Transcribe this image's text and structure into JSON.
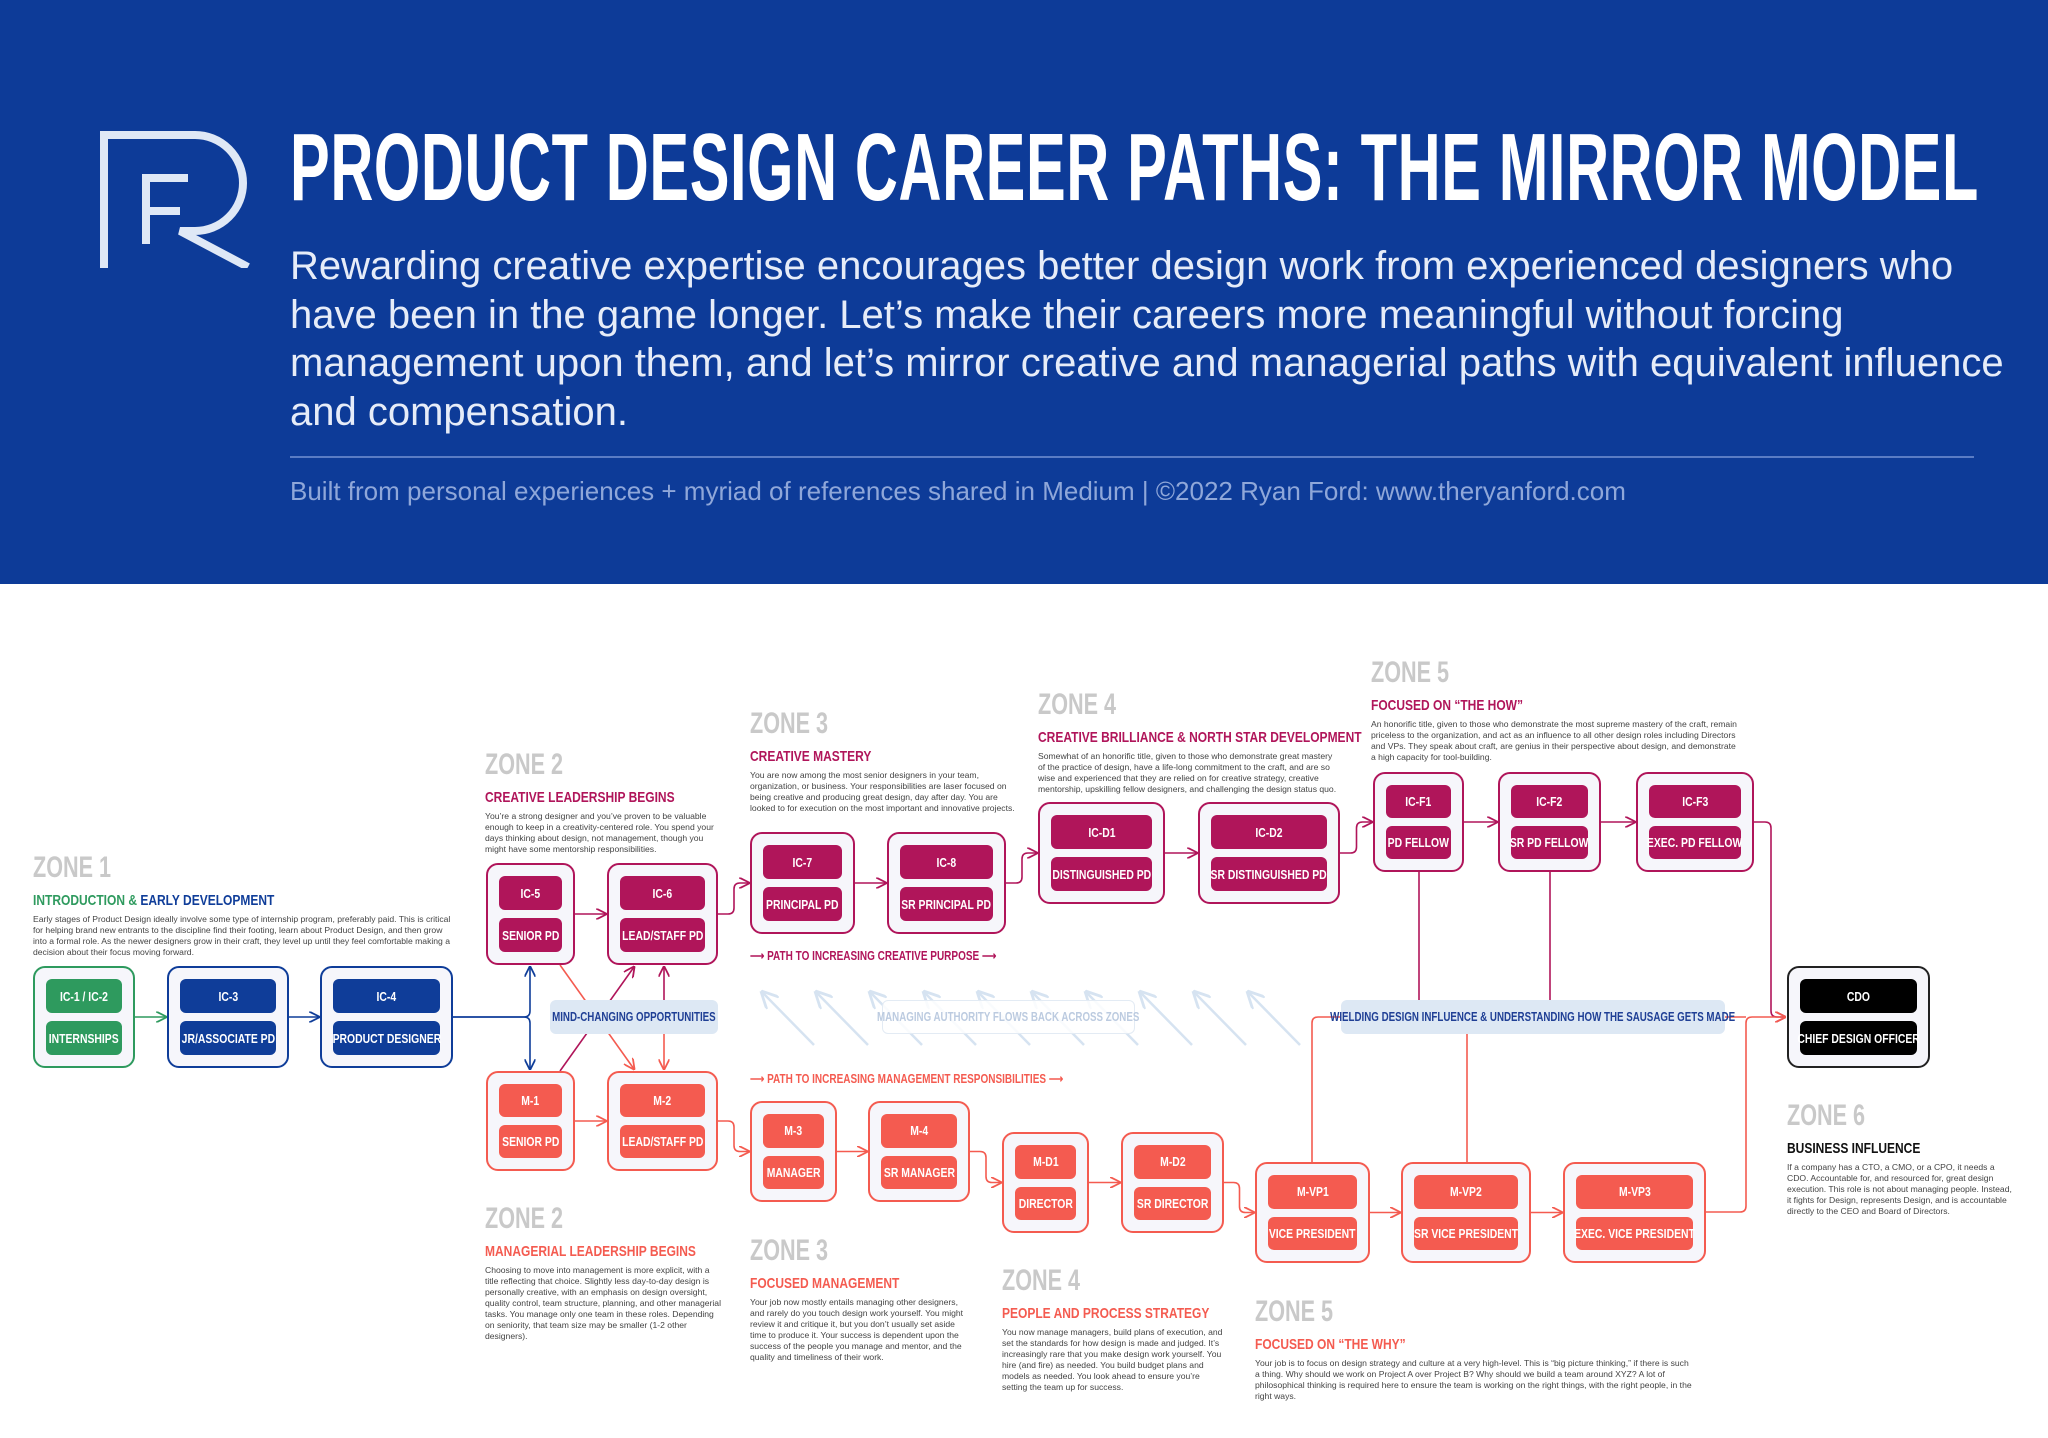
{
  "header": {
    "logo_text": "FR",
    "title": "PRODUCT DESIGN CAREER PATHS: THE MIRROR MODEL",
    "subtitle": "Rewarding creative expertise encourages better design work from experienced designers who have been in the game longer. Let’s make their careers more meaningful without forcing management upon them, and let’s mirror creative and managerial paths with equivalent influence and compensation.",
    "credit": "Built from personal experiences + myriad of references shared in Medium | ©2022 Ryan Ford: www.theryanford.com"
  },
  "colors": {
    "header_bg": "#0d3b98",
    "intro": "#2e9a5e",
    "early": "#0f3d99",
    "creative": "#b0155a",
    "management": "#f45b50",
    "executive": "#000000",
    "label_bg": "#dde8f4"
  },
  "zones": [
    {
      "zone": "ZONE 1",
      "heading_a": "INTRODUCTION &",
      "heading_b": "EARLY DEVELOPMENT",
      "body": "Early stages of Product Design ideally involve some type of internship program, preferably paid. This is critical for helping brand new entrants to the discipline find their footing, learn about Product Design, and then grow into a formal role. As the newer designers grow in their craft, they level up until they feel comfortable making a decision about their focus moving forward."
    },
    {
      "zone": "ZONE 2",
      "heading": "CREATIVE LEADERSHIP BEGINS",
      "body": "You’re a strong designer and you’ve proven to be valuable enough to keep in a creativity-centered role. You spend your days thinking about design, not management, though you might have some mentorship responsibilities."
    },
    {
      "zone": "ZONE 3",
      "heading": "CREATIVE MASTERY",
      "body": "You are now among the most senior designers in your team, organization, or business. Your responsibilities are laser focused on being creative and producing great design, day after day. You are looked to for execution on the most important and innovative projects."
    },
    {
      "zone": "ZONE 4",
      "heading": "CREATIVE BRILLIANCE & NORTH STAR DEVELOPMENT",
      "body": "Somewhat of an honorific title, given to those who demonstrate great mastery of the practice of design, have a life-long commitment to the craft, and are so wise and experienced that they are relied on for creative strategy, creative mentorship, upskilling fellow designers, and challenging the design status quo."
    },
    {
      "zone": "ZONE 5",
      "heading": "FOCUSED ON “THE HOW”",
      "body": "An honorific title, given to those who demonstrate the most supreme mastery of the craft, remain priceless to the organization, and act as an influence to all other design roles including Directors and VPs. They speak about craft, are genius in their perspective about design, and demonstrate a high capacity for tool-building."
    },
    {
      "zone": "ZONE 2",
      "heading": "MANAGERIAL LEADERSHIP BEGINS",
      "body": "Choosing to move into management is more explicit, with a title reflecting that choice. Slightly less day-to-day design is personally creative, with an emphasis on design oversight, quality control, team structure, planning, and other managerial tasks. You manage only one team in these roles. Depending on seniority, that team size may be smaller (1-2 other designers)."
    },
    {
      "zone": "ZONE 3",
      "heading": "FOCUSED MANAGEMENT",
      "body": "Your job now mostly entails managing other designers, and rarely do you touch design work yourself. You might review it and critique it, but you don’t usually set aside time to produce it. Your success is dependent upon the success of the people you manage and mentor, and the quality and timeliness of their work."
    },
    {
      "zone": "ZONE 4",
      "heading": "PEOPLE AND PROCESS STRATEGY",
      "body": "You now manage managers, build plans of execution, and set the standards for how design is made and judged. It’s increasingly rare that you make design work yourself. You hire (and fire) as needed. You build budget plans and models as needed. You look ahead to ensure you’re setting the team up for success."
    },
    {
      "zone": "ZONE 5",
      "heading": "FOCUSED ON “THE WHY”",
      "body": "Your job is to focus on design strategy and culture at a very high-level. This is “big picture thinking,” if there is such a thing. Why should we work on Project A over Project B? Why should we build a team around XYZ? A lot of philosophical thinking is required here to ensure the team is working on the right things, with the right people, in the right ways."
    },
    {
      "zone": "ZONE 6",
      "heading": "BUSINESS INFLUENCE",
      "body": "If a company has a CTO, a CMO, or a CPO, it needs a CDO. Accountable for, and resourced for, great design execution. This role is not about managing people. Instead, it fights for Design, represents Design, and is accountable directly to the CEO and Board of Directors."
    }
  ],
  "roles": [
    {
      "code": "IC-1 / IC-2",
      "title": "INTERNSHIPS",
      "track": "intro"
    },
    {
      "code": "IC-3",
      "title": "JR/ASSOCIATE PD",
      "track": "early"
    },
    {
      "code": "IC-4",
      "title": "PRODUCT DESIGNER",
      "track": "early"
    },
    {
      "code": "IC-5",
      "title": "SENIOR PD",
      "track": "creative"
    },
    {
      "code": "IC-6",
      "title": "LEAD/STAFF PD",
      "track": "creative"
    },
    {
      "code": "IC-7",
      "title": "PRINCIPAL PD",
      "track": "creative"
    },
    {
      "code": "IC-8",
      "title": "SR PRINCIPAL PD",
      "track": "creative"
    },
    {
      "code": "IC-D1",
      "title": "DISTINGUISHED PD",
      "track": "creative"
    },
    {
      "code": "IC-D2",
      "title": "SR DISTINGUISHED PD",
      "track": "creative"
    },
    {
      "code": "IC-F1",
      "title": "PD FELLOW",
      "track": "creative"
    },
    {
      "code": "IC-F2",
      "title": "SR PD FELLOW",
      "track": "creative"
    },
    {
      "code": "IC-F3",
      "title": "EXEC. PD FELLOW",
      "track": "creative"
    },
    {
      "code": "M-1",
      "title": "SENIOR PD",
      "track": "management"
    },
    {
      "code": "M-2",
      "title": "LEAD/STAFF PD",
      "track": "management"
    },
    {
      "code": "M-3",
      "title": "MANAGER",
      "track": "management"
    },
    {
      "code": "M-4",
      "title": "SR MANAGER",
      "track": "management"
    },
    {
      "code": "M-D1",
      "title": "DIRECTOR",
      "track": "management"
    },
    {
      "code": "M-D2",
      "title": "SR DIRECTOR",
      "track": "management"
    },
    {
      "code": "M-VP1",
      "title": "VICE PRESIDENT",
      "track": "management"
    },
    {
      "code": "M-VP2",
      "title": "SR VICE PRESIDENT",
      "track": "management"
    },
    {
      "code": "M-VP3",
      "title": "EXEC. VICE PRESIDENT",
      "track": "management"
    },
    {
      "code": "CDO",
      "title": "CHIEF DESIGN OFFICER",
      "track": "executive"
    }
  ],
  "labels": {
    "mind_changing": "MIND-CHANGING OPPORTUNITIES",
    "managing_authority": "MANAGING AUTHORITY FLOWS BACK ACROSS ZONES",
    "wielding": "WIELDING DESIGN INFLUENCE & UNDERSTANDING HOW THE SAUSAGE GETS MADE",
    "path_creative": "PATH TO INCREASING CREATIVE PURPOSE",
    "path_management": "PATH TO INCREASING MANAGEMENT RESPONSIBILITIES"
  }
}
